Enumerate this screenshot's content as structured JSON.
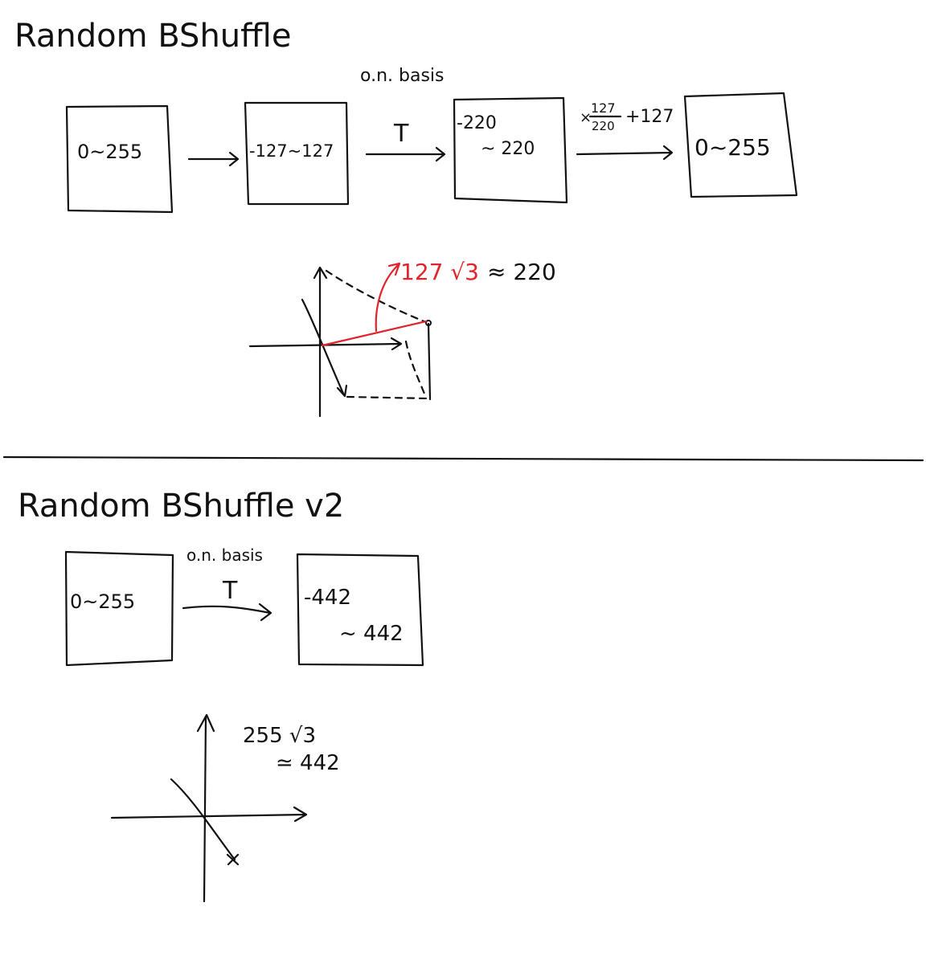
{
  "section1": {
    "title": "Random BShuffle",
    "boxes": [
      {
        "line1": "0~255",
        "line2": ""
      },
      {
        "line1": "-127~127",
        "line2": ""
      },
      {
        "line1": "-220",
        "line2": "~ 220"
      },
      {
        "line1": "0~255",
        "line2": ""
      }
    ],
    "arrow2_top": "o.n. basis",
    "arrow2_label": "T",
    "arrow3_label_prefix": "×",
    "arrow3_num": "127",
    "arrow3_den": "220",
    "arrow3_suffix": "+127",
    "vector_label": "127 √3",
    "approx_label": "≈ 220"
  },
  "section2": {
    "title": "Random BShuffle v2",
    "boxes": [
      {
        "line1": "0~255",
        "line2": ""
      },
      {
        "line1": "-442",
        "line2": "~ 442"
      }
    ],
    "arrow_top": "o.n. basis",
    "arrow_label": "T",
    "note_line1": "255 √3",
    "note_line2": "≃ 442"
  },
  "colors": {
    "ink": "#111111",
    "highlight": "#e0242c"
  }
}
